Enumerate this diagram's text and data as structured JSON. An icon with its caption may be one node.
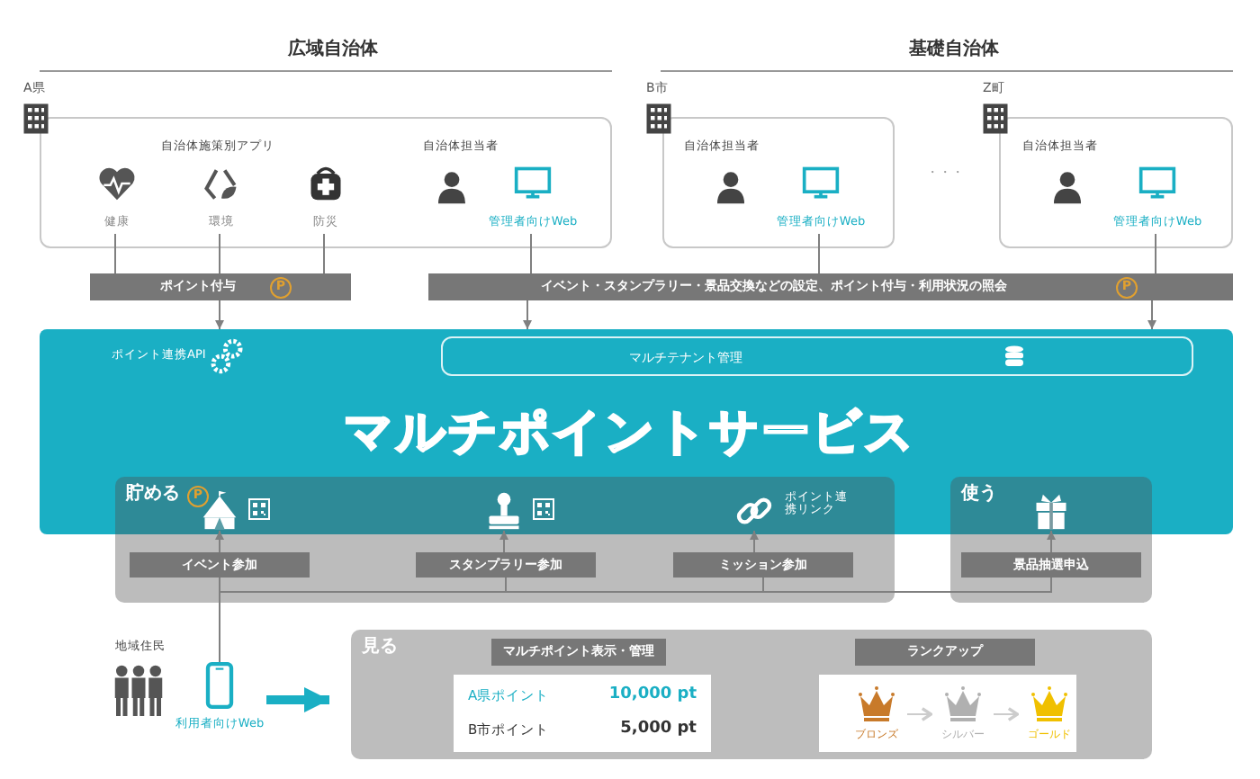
{
  "diagram": {
    "nodes": [
      {
        "text": [
          "A県",
          "自治体施策別アプリ",
          "自治体担当者"
        ]
      },
      {
        "text": [
          "健康"
        ],
        "in": 0
      },
      {
        "text": [
          "環境"
        ],
        "in": 0
      },
      {
        "text": [
          "防災"
        ],
        "in": 0
      },
      {
        "text": [
          "管理者向けWeb"
        ],
        "in": 0
      },
      {
        "text": [
          "B市",
          "自治体担当者"
        ]
      },
      {
        "text": [
          "管理者向けWeb"
        ],
        "in": 5
      },
      {
        "text": [
          "Z町",
          "自治体担当者"
        ]
      },
      {
        "text": [
          "管理者向けWeb"
        ],
        "in": 7
      },
      {
        "text": [
          "ポイント付与",
          "P"
        ]
      },
      {
        "text": [
          "イベント・スタンプラリー・景品交換などの設定、ポイント付与・利用状況の照会",
          "P"
        ]
      },
      {
        "text": [
          "マルチポイントサービス",
          "ポイント連携API"
        ]
      },
      {
        "text": [
          "マルチテナント管理"
        ],
        "in": 11
      },
      {
        "text": [
          "貯める",
          "P"
        ]
      },
      {
        "text": [],
        "shape": "tent"
      },
      {
        "text": [],
        "shape": "stamp"
      },
      {
        "text": [
          "ポイント連携リンク"
        ]
      },
      {
        "text": [
          "イベント参加"
        ],
        "in": 13
      },
      {
        "text": [
          "スタンプラリー参加"
        ],
        "in": 13
      },
      {
        "text": [
          "ミッション参加"
        ],
        "in": 13
      },
      {
        "text": [
          "使う"
        ]
      },
      {
        "text": [],
        "shape": "gift"
      },
      {
        "text": [
          "景品抽選申込"
        ],
        "in": 20
      },
      {
        "text": [
          "地域住民"
        ]
      },
      {
        "text": [
          "利用者向けWeb"
        ]
      },
      {
        "text": [
          "見る"
        ]
      },
      {
        "text": [
          "マルチポイント表示・管理"
        ],
        "in": 25
      },
      {
        "text": [
          "A県ポイント",
          "10,000 pt",
          "B市ポイント",
          "5,000 pt"
        ],
        "in": 25
      },
      {
        "text": [
          "ランクアップ"
        ],
        "in": 25
      },
      {
        "text": [],
        "shape": "box",
        "in": 25
      },
      {
        "text": [
          "ブロンズ"
        ],
        "in": 29
      },
      {
        "text": [
          "シルバー"
        ],
        "in": 29
      },
      {
        "text": [
          "ゴールド"
        ],
        "in": 29
      }
    ],
    "edges": [
      {
        "from": 1,
        "to": 9,
        "arrow": "none"
      },
      {
        "from": 2,
        "to": 9,
        "arrow": "none"
      },
      {
        "from": 3,
        "to": 9,
        "arrow": "none"
      },
      {
        "from": 9,
        "to": 11,
        "arrow": "to"
      },
      {
        "from": 4,
        "to": 10,
        "arrow": "none"
      },
      {
        "from": 6,
        "to": 10,
        "arrow": "none"
      },
      {
        "from": 8,
        "to": 10,
        "arrow": "none"
      },
      {
        "from": 10,
        "to": 11,
        "arrow": "to"
      },
      {
        "from": 10,
        "to": 11,
        "arrow": "to"
      },
      {
        "from": 17,
        "to": 14,
        "arrow": "to"
      },
      {
        "from": 18,
        "to": 15,
        "arrow": "to"
      },
      {
        "from": 19,
        "to": 16,
        "arrow": "to"
      },
      {
        "from": 22,
        "to": 21,
        "arrow": "to"
      },
      {
        "from": 24,
        "to": 17,
        "arrow": "none"
      },
      {
        "from": 24,
        "to": 18,
        "arrow": "none"
      },
      {
        "from": 24,
        "to": 19,
        "arrow": "none"
      },
      {
        "from": 24,
        "to": 22,
        "arrow": "none"
      },
      {
        "from": 24,
        "to": 25,
        "arrow": "to",
        "style": "thick",
        "color": "#1aafc4"
      },
      {
        "from": 30,
        "to": 31,
        "arrow": "to",
        "color": "#cccccc"
      },
      {
        "from": 31,
        "to": 32,
        "arrow": "to",
        "color": "#cccccc"
      }
    ],
    "labels": [
      "広域自治体",
      "基礎自治体",
      "・・・"
    ]
  }
}
